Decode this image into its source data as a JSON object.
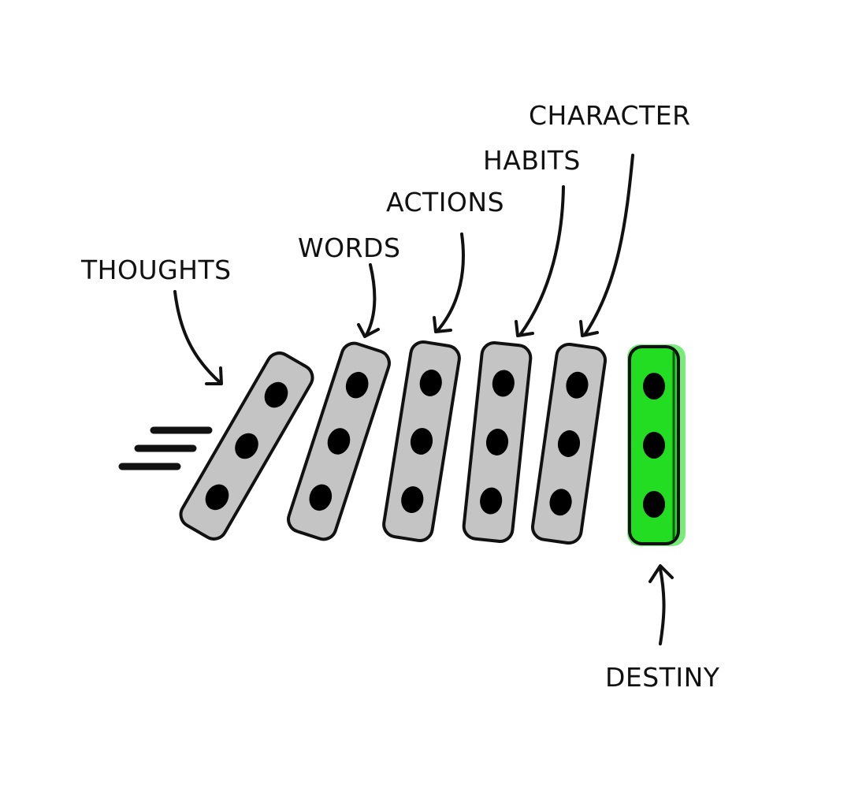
{
  "diagram": {
    "title": "Domino chain: thoughts lead to destiny",
    "colors": {
      "background": "#ffffff",
      "domino_fill": "#c4c4c4",
      "highlight_fill": "#22dd22",
      "outline": "#111111",
      "pip": "#000000"
    },
    "labels": [
      {
        "id": "thoughts",
        "text": "THOUGHTS"
      },
      {
        "id": "words",
        "text": "WORDS"
      },
      {
        "id": "actions",
        "text": "ACTIONS"
      },
      {
        "id": "habits",
        "text": "HABITS"
      },
      {
        "id": "character",
        "text": "CHARACTER"
      },
      {
        "id": "destiny",
        "text": "DESTINY"
      }
    ],
    "dominoes": [
      {
        "label": "THOUGHTS",
        "pips": 3,
        "highlighted": false
      },
      {
        "label": "WORDS",
        "pips": 3,
        "highlighted": false
      },
      {
        "label": "ACTIONS",
        "pips": 3,
        "highlighted": false
      },
      {
        "label": "HABITS",
        "pips": 3,
        "highlighted": false
      },
      {
        "label": "CHARACTER",
        "pips": 3,
        "highlighted": false
      },
      {
        "label": "DESTINY",
        "pips": 3,
        "highlighted": true
      }
    ],
    "motion_lines_icon": "speed-lines-icon"
  }
}
